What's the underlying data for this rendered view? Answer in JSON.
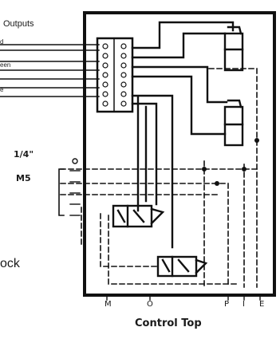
{
  "outputs_heading": "Outputs",
  "wire_labels": [
    "d",
    "een",
    "e"
  ],
  "size_labels": [
    "1/4\"",
    "M5"
  ],
  "port_labels": [
    "M",
    "O",
    "P",
    "I",
    "E"
  ],
  "block_label": "ock",
  "footer_title": "Control Top",
  "colors": {
    "ink": "#111111",
    "paper": "#ffffff"
  }
}
